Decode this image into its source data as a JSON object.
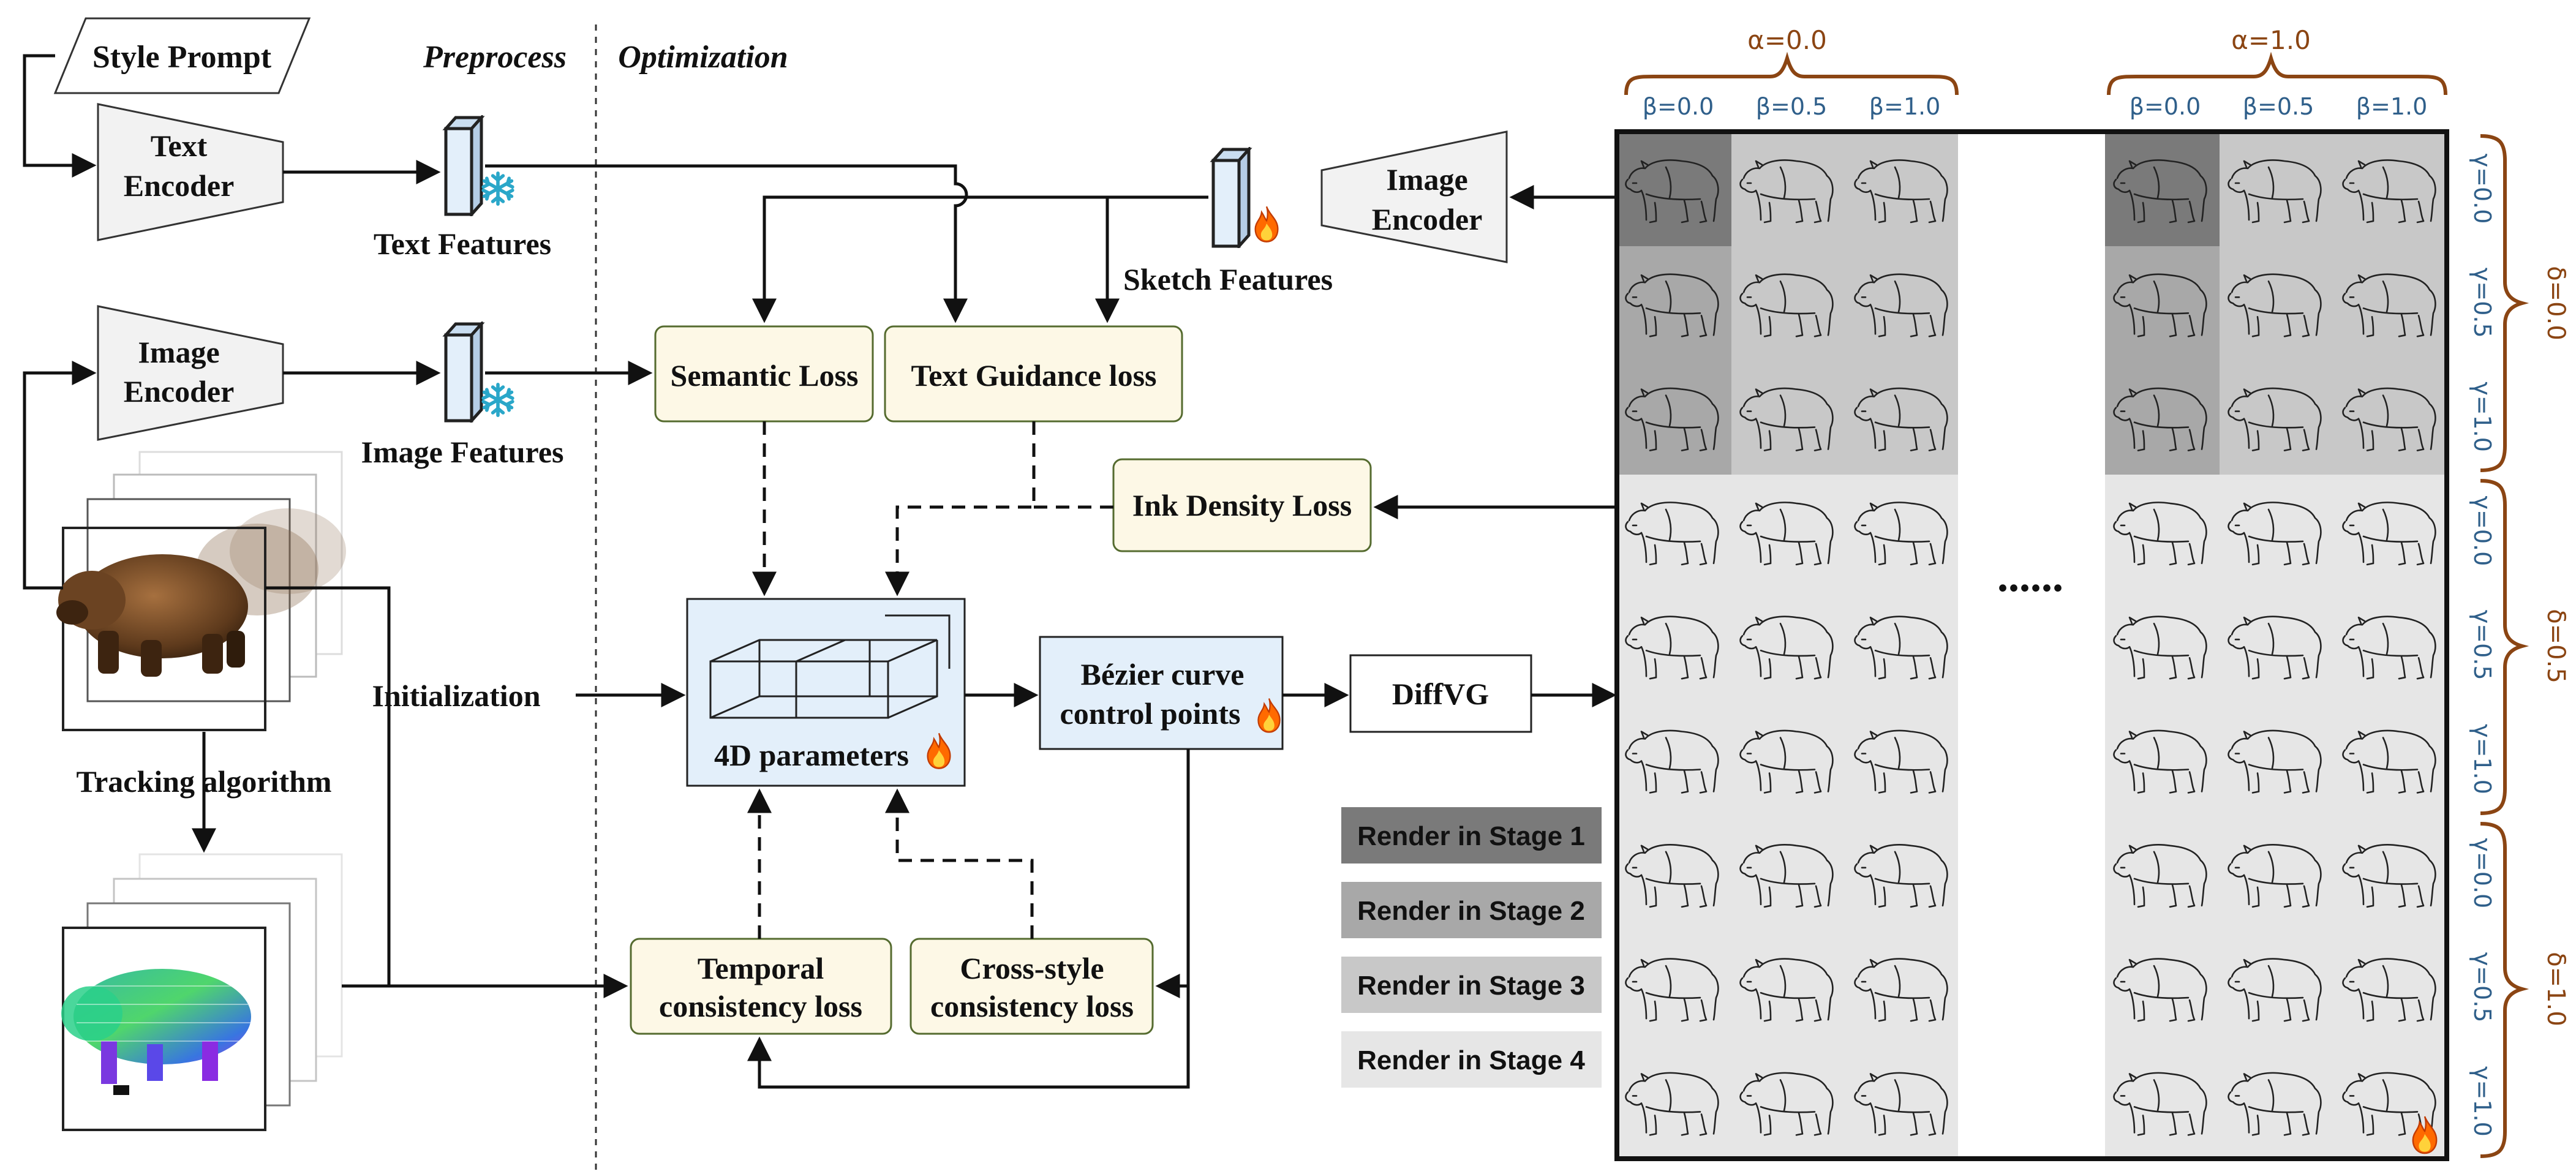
{
  "preprocess": {
    "style_prompt": "Style Prompt",
    "header_preprocess": "Preprocess",
    "header_optimization": "Optimization",
    "text_encoder": [
      "Text",
      "Encoder"
    ],
    "image_encoder_left": [
      "Image",
      "Encoder"
    ],
    "text_features": "Text Features",
    "image_features": "Image Features",
    "tracking": "Tracking algorithm",
    "initialization": "Initialization"
  },
  "optimization": {
    "semantic_loss": "Semantic Loss",
    "text_guidance_loss": "Text Guidance loss",
    "ink_density_loss": "Ink Density Loss",
    "sketch_features": "Sketch Features",
    "image_encoder_right": [
      "Image",
      "Encoder"
    ],
    "params_4d": "4D parameters",
    "bezier": [
      "Bézier curve",
      "control points"
    ],
    "diffvg": "DiffVG",
    "temporal_loss": [
      "Temporal",
      "consistency loss"
    ],
    "cross_style_loss": [
      "Cross-style",
      "consistency loss"
    ]
  },
  "legend": [
    {
      "label": "Render in Stage 1",
      "color": "#7a7a7a"
    },
    {
      "label": "Render in Stage 2",
      "color": "#a8a8a8"
    },
    {
      "label": "Render in Stage 3",
      "color": "#c8c8c8"
    },
    {
      "label": "Render in Stage 4",
      "color": "#e6e6e6"
    }
  ],
  "grid": {
    "alpha_left": "α=0.0",
    "alpha_right": "α=1.0",
    "beta_labels": [
      "β=0.0",
      "β=0.5",
      "β=1.0"
    ],
    "gamma_labels": [
      "γ=0.0",
      "γ=0.5",
      "γ=1.0",
      "γ=0.0",
      "γ=0.5",
      "γ=1.0",
      "γ=0.0",
      "γ=0.5",
      "γ=1.0"
    ],
    "delta_labels": [
      "δ=0.0",
      "δ=0.5",
      "δ=1.0"
    ],
    "ellipsis": "......"
  },
  "colors": {
    "loss_fill": "#fdf8e6",
    "param_fill": "#e3effa",
    "axis_blue": "#2f5f8a",
    "axis_brown": "#8b4513",
    "fire": "#ff6a00",
    "snow": "#2aa7c9"
  },
  "icons": [
    "snowflake-icon",
    "fire-icon",
    "bear-photo",
    "sketch-icon",
    "tracking-points-image"
  ]
}
